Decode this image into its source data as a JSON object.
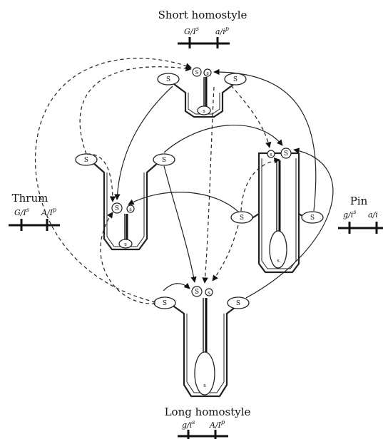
{
  "morphs": {
    "short_homostyle": {
      "title": "Short homostyle",
      "locus1": "G/I",
      "locus1_sup": "s",
      "locus2": "a/i",
      "locus2_sup": "p"
    },
    "thrum": {
      "title": "Thrum",
      "locus1": "G/I",
      "locus1_sup": "s",
      "locus2": "A/I",
      "locus2_sup": "p"
    },
    "pin": {
      "title": "Pin",
      "locus1": "g/i",
      "locus1_sup": "s",
      "locus2": "a/i",
      "locus2_sup": ""
    },
    "long_homostyle": {
      "title": "Long homostyle",
      "locus1": "g/i",
      "locus1_sup": "s",
      "locus2": "A/I",
      "locus2_sup": "p"
    }
  },
  "labels": {
    "anther": "S",
    "stigma": "S",
    "ovary": "s"
  },
  "legend_colors": {
    "line": "#222222",
    "background": "#ffffff"
  }
}
